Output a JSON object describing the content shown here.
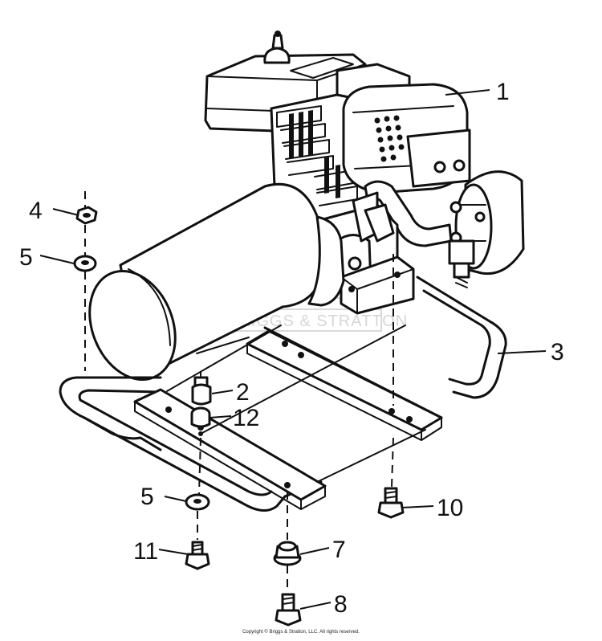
{
  "callouts": {
    "c1": "1",
    "c2": "2",
    "c3": "3",
    "c4": "4",
    "c5a": "5",
    "c5b": "5",
    "c7": "7",
    "c8": "8",
    "c10": "10",
    "c11": "11",
    "c12": "12"
  },
  "watermark": "BRIGGS & STRATTON",
  "copyright": "Copyright © Briggs & Stratton, LLC. All rights reserved."
}
